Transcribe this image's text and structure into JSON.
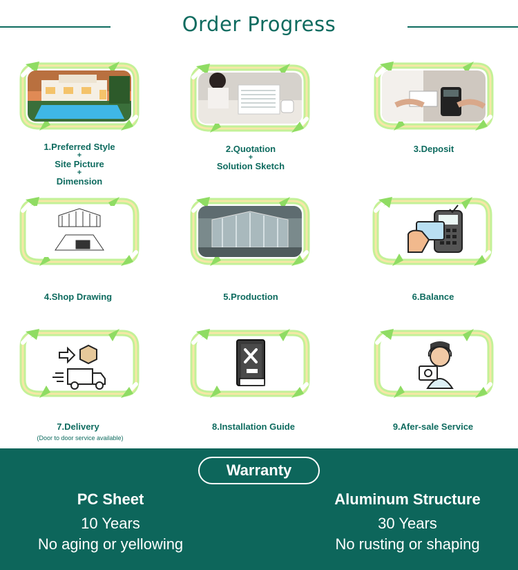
{
  "page_title": "Order Progress",
  "steps": [
    {
      "label": "1.Preferred Style",
      "extra": [
        "Site Picture",
        "Dimension"
      ],
      "image": "villa-pool-photo"
    },
    {
      "label": "2.Quotation",
      "extra": [
        "Solution Sketch"
      ],
      "image": "quotation-meeting-photo"
    },
    {
      "label": "3.Deposit",
      "extra": [],
      "image": "card-payment-photo"
    },
    {
      "label": "4.Shop Drawing",
      "extra": [],
      "image": "shop-drawing-sketch"
    },
    {
      "label": "5.Production",
      "extra": [],
      "image": "factory-production-photo"
    },
    {
      "label": "6.Balance",
      "extra": [],
      "image": "pos-terminal-icon"
    },
    {
      "label": "7.Delivery",
      "sub": "(Door to door service available)",
      "image": "delivery-truck-icon"
    },
    {
      "label": "8.Installation Guide",
      "image": "manual-tools-icon"
    },
    {
      "label": "9.Afer-sale Service",
      "image": "support-agent-icon"
    }
  ],
  "plus_sign": "+",
  "warranty": {
    "title": "Warranty",
    "left": {
      "heading": "PC Sheet",
      "years": "10 Years",
      "note": "No aging or yellowing"
    },
    "right": {
      "heading": "Aluminum Structure",
      "years": "30 Years",
      "note": "No rusting or shaping"
    }
  },
  "colors": {
    "brand": "#0e6b5f",
    "panel": "#0d665b",
    "frame_glow": "#c8f59a",
    "frame_core": "#e8d27a"
  }
}
